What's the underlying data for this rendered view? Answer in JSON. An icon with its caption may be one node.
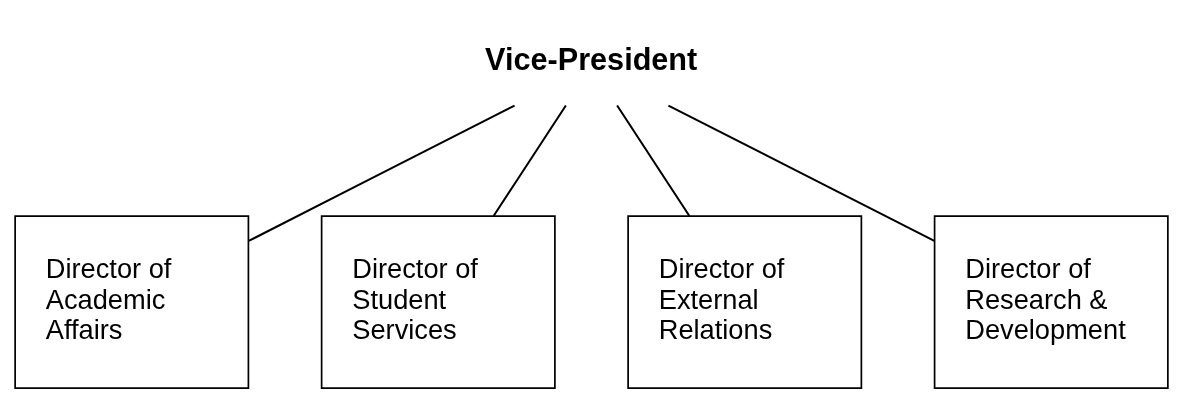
{
  "diagram": {
    "nodes": [
      {
        "text": [
          "Vice-President"
        ]
      },
      {
        "text": [
          "Director of Academic Affairs"
        ]
      },
      {
        "text": [
          "Director of Student Services"
        ]
      },
      {
        "text": [
          "Director of External Relations"
        ]
      },
      {
        "text": [
          "Director of Research & Development"
        ]
      }
    ],
    "edges": [
      {
        "from": 0,
        "to": 1,
        "arrow": "none"
      },
      {
        "from": 0,
        "to": 2,
        "arrow": "none"
      },
      {
        "from": 0,
        "to": 3,
        "arrow": "none"
      },
      {
        "from": 0,
        "to": 4,
        "arrow": "none"
      }
    ]
  }
}
